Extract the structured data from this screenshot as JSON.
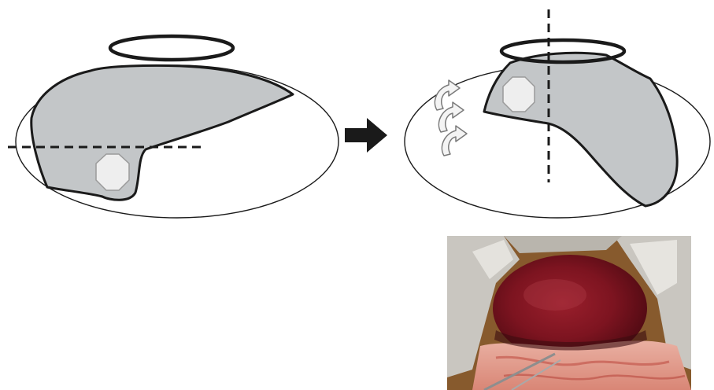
{
  "figure": {
    "background_color": "#ffffff",
    "outline_color": "#1a1a1a",
    "liver_fill_color": "#c3c6c8",
    "tumor_fill_color": "#eeeeee",
    "rotation_arrow_fill_color": "#f4f4f4",
    "panels": [
      {
        "id": "before",
        "icons": [
          "abdomen-outline",
          "incision-ring",
          "liver-shape",
          "tumor-marker",
          "horizontal-dashed-axis"
        ]
      },
      {
        "id": "after",
        "icons": [
          "abdomen-outline",
          "incision-ring",
          "liver-shape",
          "tumor-marker",
          "vertical-dashed-axis",
          "curved-rotation-arrows"
        ]
      }
    ],
    "transition_icon": "right-arrow-icon",
    "photo": {
      "description_icon": "surgical-photo-liver",
      "colors": {
        "liver": "#7d1420",
        "retractor": "#c9c6c0",
        "tissue": "#e7a08f",
        "fat": "#d39c4a",
        "dark_background": "#2b0a0a"
      }
    }
  }
}
